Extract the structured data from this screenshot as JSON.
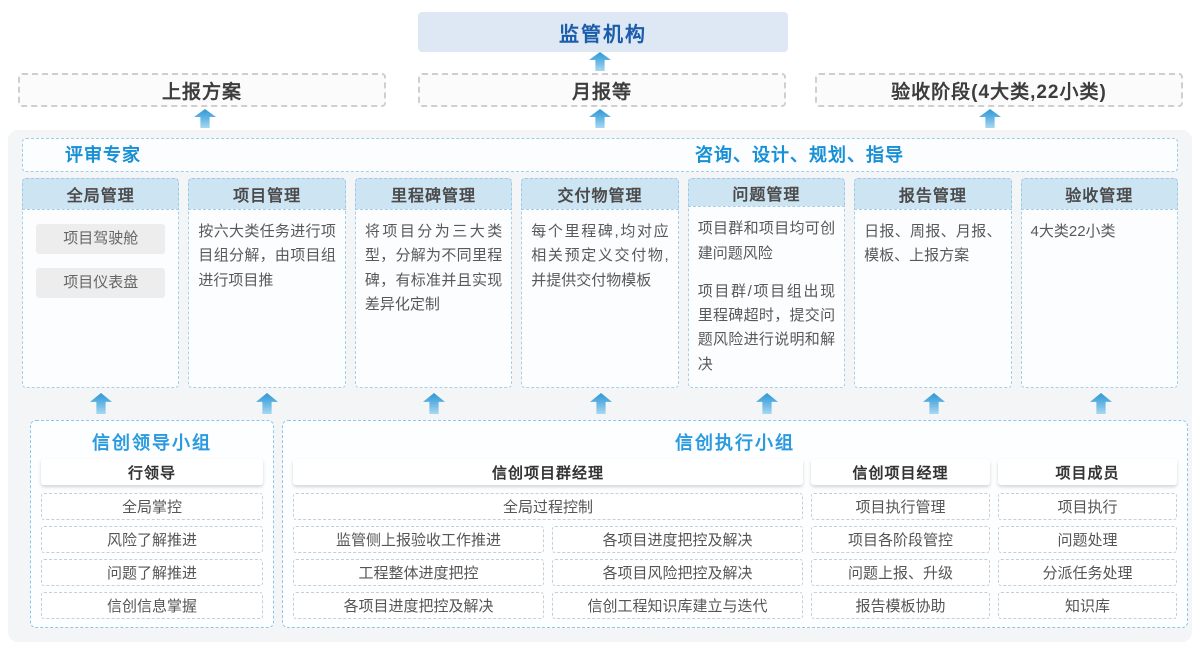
{
  "colors": {
    "accent_blue": "#1890d5",
    "regulator_text": "#1b5cab",
    "regulator_fill": "#dde8f4",
    "column_header_fill": "#cde4f3",
    "dashed_blue_border": "#a5cfeb",
    "arrow_blue": "#2f98d6",
    "panel_gray": "#f3f5f6"
  },
  "icons": {
    "arrow_up": "▲"
  },
  "top": {
    "regulator": "监管机构",
    "row2": [
      "上报方案",
      "月报等",
      "验收阶段(4大类,22小类)"
    ]
  },
  "middle": {
    "left_title": "评审专家",
    "right_title": "咨询、设计、规划、指导",
    "columns": [
      {
        "header": "全局管理",
        "chips": [
          "项目驾驶舱",
          "项目仪表盘"
        ]
      },
      {
        "header": "项目管理",
        "paragraphs": [
          "按六大类任务进行项目组分解，由项目组进行项目推"
        ]
      },
      {
        "header": "里程碑管理",
        "paragraphs": [
          "将项目分为三大类型，分解为不同里程碑，有标准并且实现差异化定制"
        ]
      },
      {
        "header": "交付物管理",
        "paragraphs": [
          "每个里程碑,均对应相关预定义交付物,并提供交付物模板"
        ]
      },
      {
        "header": "问题管理",
        "paragraphs": [
          "项目群和项目均可创建问题风险",
          "项目群/项目组出现里程碑超时，提交问题风险进行说明和解决"
        ]
      },
      {
        "header": "报告管理",
        "paragraphs": [
          "日报、周报、月报、模板、上报方案"
        ]
      },
      {
        "header": "验收管理",
        "paragraphs": [
          "4大类22小类"
        ]
      }
    ]
  },
  "bottom": {
    "leader_group": {
      "title": "信创领导小组",
      "role": "行领导",
      "items": [
        "全局掌控",
        "风险了解推进",
        "问题了解推进",
        "信创信息掌握"
      ]
    },
    "exec_group": {
      "title": "信创执行小组",
      "pgm": {
        "role": "信创项目群经理",
        "top_item": "全局过程控制",
        "rows": [
          [
            "监管侧上报验收工作推进",
            "各项目进度把控及解决"
          ],
          [
            "工程整体进度把控",
            "各项目风险把控及解决"
          ],
          [
            "各项目进度把控及解决",
            "信创工程知识库建立与迭代"
          ]
        ]
      },
      "pm": {
        "role": "信创项目经理",
        "items": [
          "项目执行管理",
          "项目各阶段管控",
          "问题上报、升级",
          "报告模板协助"
        ]
      },
      "member": {
        "role": "项目成员",
        "items": [
          "项目执行",
          "问题处理",
          "分派任务处理",
          "知识库"
        ]
      }
    }
  }
}
